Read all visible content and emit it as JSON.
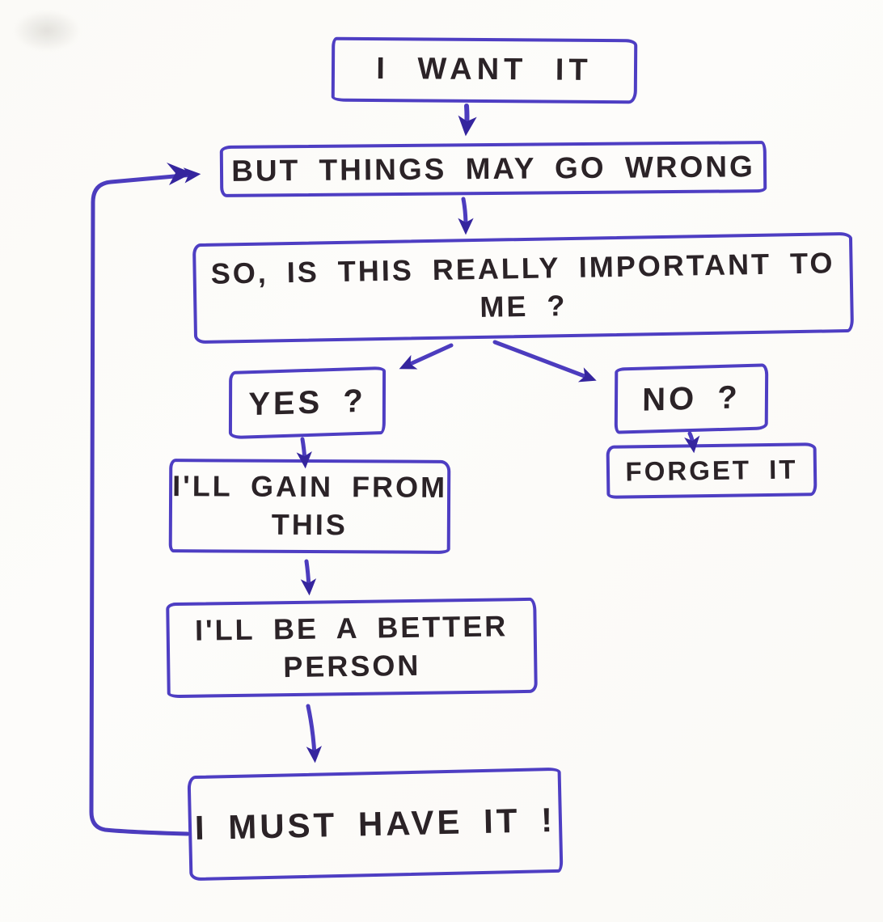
{
  "page": {
    "paper_color": "#fcfbf8",
    "ink_color": "#4c3cbe",
    "arrowhead_color": "#35259e",
    "text_color": "#2b2327",
    "style": "hand-drawn marker flowchart"
  },
  "diagram": {
    "type": "flowchart",
    "nodes": {
      "want": {
        "label": "I WANT IT"
      },
      "wrong": {
        "label": "BUT THINGS MAY GO WRONG"
      },
      "important": {
        "label": "SO, IS THIS REALLY IMPORTANT TO\nME ?"
      },
      "yes": {
        "label": "YES ?"
      },
      "no": {
        "label": "NO ?"
      },
      "forget": {
        "label": "FORGET IT"
      },
      "gain": {
        "label": "I'LL GAIN FROM\nTHIS"
      },
      "person": {
        "label": "I'LL BE A BETTER\nPERSON"
      },
      "must": {
        "label": "I MUST HAVE IT !"
      }
    },
    "edges": [
      {
        "from": "want",
        "to": "wrong",
        "shape": "straight-down"
      },
      {
        "from": "wrong",
        "to": "important",
        "shape": "straight-down"
      },
      {
        "from": "important",
        "to": "yes",
        "shape": "diagonal-left"
      },
      {
        "from": "important",
        "to": "no",
        "shape": "diagonal-right"
      },
      {
        "from": "yes",
        "to": "gain",
        "shape": "straight-down"
      },
      {
        "from": "no",
        "to": "forget",
        "shape": "straight-down"
      },
      {
        "from": "gain",
        "to": "person",
        "shape": "straight-down"
      },
      {
        "from": "person",
        "to": "must",
        "shape": "straight-down"
      },
      {
        "from": "must",
        "to": "wrong",
        "shape": "loop-back-up-left-side",
        "arrowhead": "double"
      }
    ]
  }
}
